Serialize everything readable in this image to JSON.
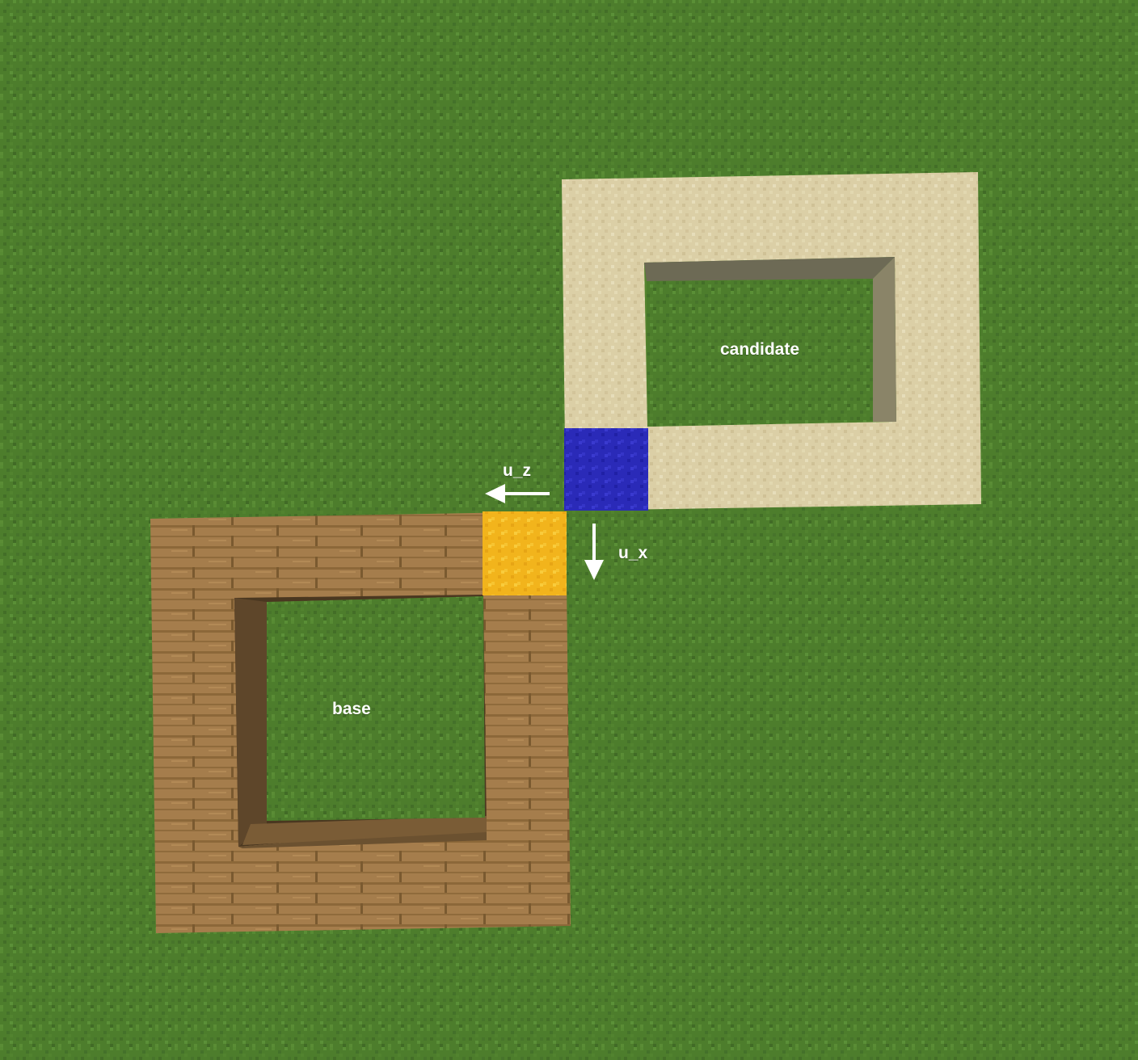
{
  "labels": {
    "candidate": "candidate",
    "base": "base",
    "u_z": "u_z",
    "u_x": "u_x"
  },
  "blocks": {
    "ground": "grass",
    "candidate_frame": "sand",
    "base_frame": "oak-planks",
    "candidate_corner_marker": "blue-wool",
    "base_corner_marker": "yellow-wool"
  },
  "colors": {
    "grass": "#4d7d2c",
    "sand": "#dbcfa6",
    "planks": "#a07a4a",
    "blue_marker": "#2a2ac0",
    "yellow_marker": "#f2b41c",
    "arrow": "#ffffff"
  },
  "arrows": [
    {
      "name": "u_z",
      "direction": "left"
    },
    {
      "name": "u_x",
      "direction": "down"
    }
  ]
}
